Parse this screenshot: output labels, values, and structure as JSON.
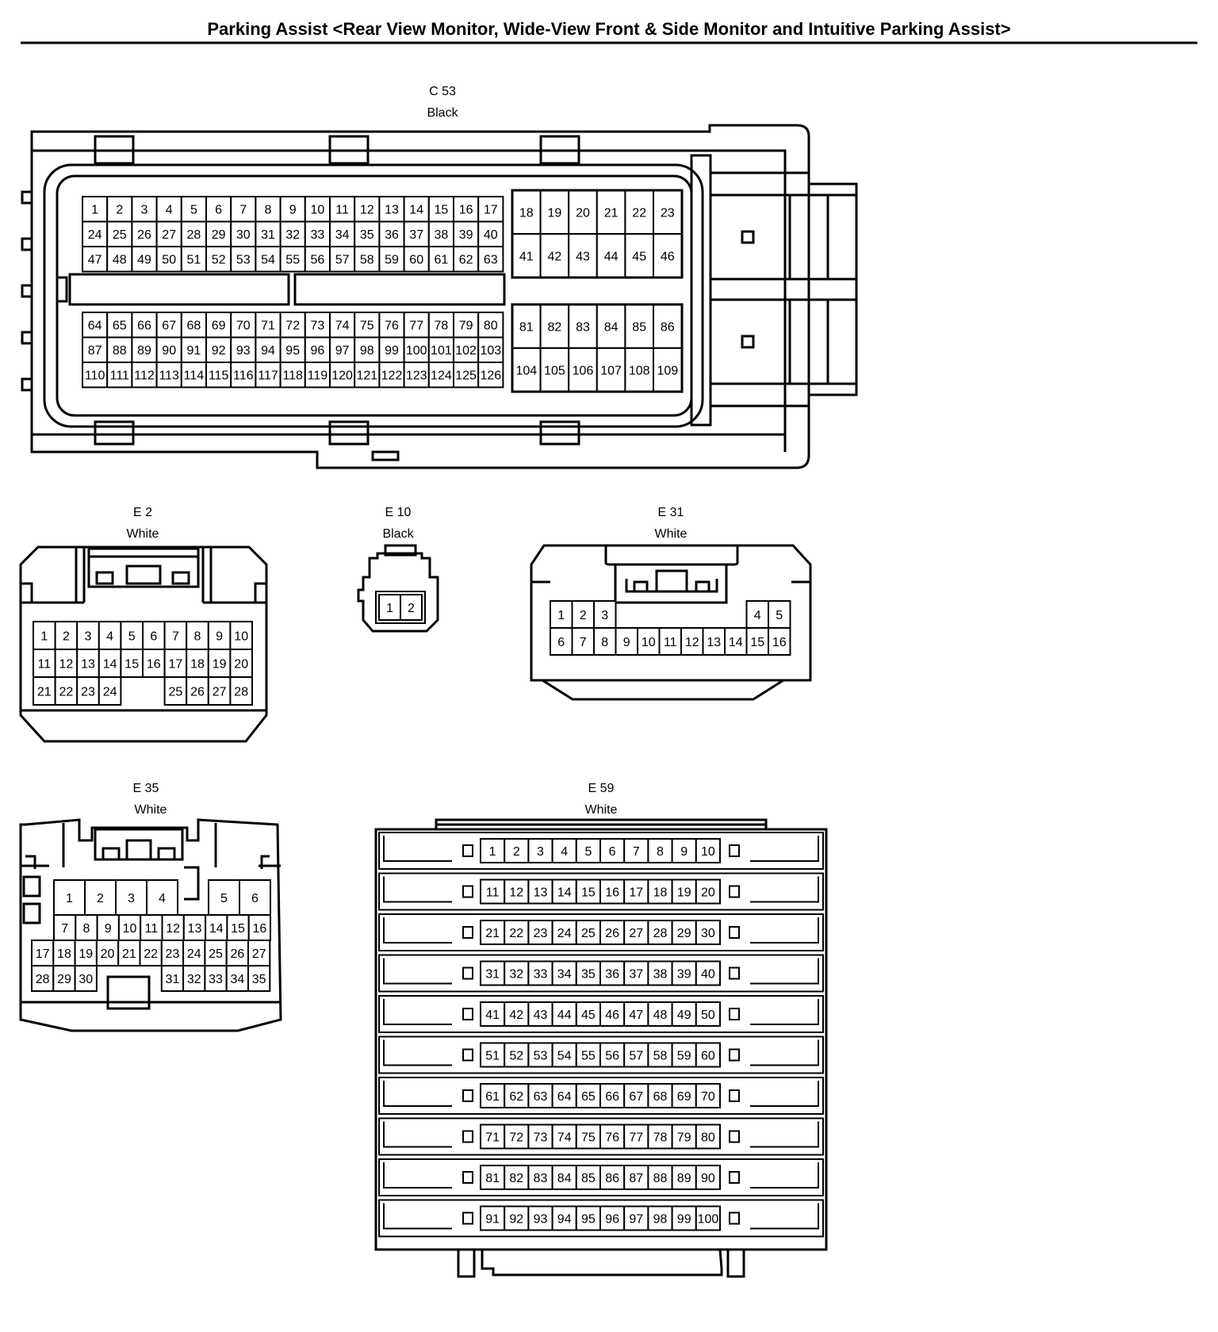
{
  "title": "Parking Assist <Rear View Monitor, Wide-View Front & Side Monitor and Intuitive Parking Assist>",
  "connectors": {
    "c53": {
      "code": "C 53",
      "color": "Black"
    },
    "e2": {
      "code": "E 2",
      "color": "White"
    },
    "e10": {
      "code": "E 10",
      "color": "Black"
    },
    "e31": {
      "code": "E 31",
      "color": "White"
    },
    "e35": {
      "code": "E 35",
      "color": "White"
    },
    "e59": {
      "code": "E 59",
      "color": "White"
    }
  },
  "pin_layout": {
    "c53_upper_left": [
      [
        "1",
        "2",
        "3",
        "4",
        "5",
        "6",
        "7",
        "8",
        "9",
        "10",
        "11",
        "12",
        "13",
        "14",
        "15",
        "16",
        "17"
      ],
      [
        "24",
        "25",
        "26",
        "27",
        "28",
        "29",
        "30",
        "31",
        "32",
        "33",
        "34",
        "35",
        "36",
        "37",
        "38",
        "39",
        "40"
      ],
      [
        "47",
        "48",
        "49",
        "50",
        "51",
        "52",
        "53",
        "54",
        "55",
        "56",
        "57",
        "58",
        "59",
        "60",
        "61",
        "62",
        "63"
      ]
    ],
    "c53_upper_right": [
      [
        "18",
        "19",
        "20",
        "21",
        "22",
        "23"
      ],
      [
        "41",
        "42",
        "43",
        "44",
        "45",
        "46"
      ]
    ],
    "c53_lower_left": [
      [
        "64",
        "65",
        "66",
        "67",
        "68",
        "69",
        "70",
        "71",
        "72",
        "73",
        "74",
        "75",
        "76",
        "77",
        "78",
        "79",
        "80"
      ],
      [
        "87",
        "88",
        "89",
        "90",
        "91",
        "92",
        "93",
        "94",
        "95",
        "96",
        "97",
        "98",
        "99",
        "100",
        "101",
        "102",
        "103"
      ],
      [
        "110",
        "111",
        "112",
        "113",
        "114",
        "115",
        "116",
        "117",
        "118",
        "119",
        "120",
        "121",
        "122",
        "123",
        "124",
        "125",
        "126"
      ]
    ],
    "c53_lower_right": [
      [
        "81",
        "82",
        "83",
        "84",
        "85",
        "86"
      ],
      [
        "104",
        "105",
        "106",
        "107",
        "108",
        "109"
      ]
    ],
    "e2": [
      [
        "1",
        "2",
        "3",
        "4",
        "5",
        "6",
        "7",
        "8",
        "9",
        "10"
      ],
      [
        "11",
        "12",
        "13",
        "14",
        "15",
        "16",
        "17",
        "18",
        "19",
        "20"
      ],
      [
        "21",
        "22",
        "23",
        "24",
        "",
        "",
        "25",
        "26",
        "27",
        "28"
      ]
    ],
    "e10": [
      [
        "1",
        "2"
      ]
    ],
    "e31": [
      [
        "1",
        "2",
        "3",
        "",
        "",
        "",
        "",
        "",
        "",
        "4",
        "5"
      ],
      [
        "6",
        "7",
        "8",
        "9",
        "10",
        "11",
        "12",
        "13",
        "14",
        "15",
        "16"
      ]
    ],
    "e35": [
      [
        "1",
        "2",
        "3",
        "4",
        "",
        "5",
        "6"
      ],
      [
        "7",
        "8",
        "9",
        "10",
        "11",
        "12",
        "13",
        "14",
        "15",
        "16"
      ],
      [
        "17",
        "18",
        "19",
        "20",
        "21",
        "22",
        "23",
        "24",
        "25",
        "26",
        "27"
      ],
      [
        "28",
        "29",
        "30",
        "",
        "",
        "",
        "31",
        "32",
        "33",
        "34",
        "35"
      ]
    ],
    "e59": [
      [
        "1",
        "2",
        "3",
        "4",
        "5",
        "6",
        "7",
        "8",
        "9",
        "10"
      ],
      [
        "11",
        "12",
        "13",
        "14",
        "15",
        "16",
        "17",
        "18",
        "19",
        "20"
      ],
      [
        "21",
        "22",
        "23",
        "24",
        "25",
        "26",
        "27",
        "28",
        "29",
        "30"
      ],
      [
        "31",
        "32",
        "33",
        "34",
        "35",
        "36",
        "37",
        "38",
        "39",
        "40"
      ],
      [
        "41",
        "42",
        "43",
        "44",
        "45",
        "46",
        "47",
        "48",
        "49",
        "50"
      ],
      [
        "51",
        "52",
        "53",
        "54",
        "55",
        "56",
        "57",
        "58",
        "59",
        "60"
      ],
      [
        "61",
        "62",
        "63",
        "64",
        "65",
        "66",
        "67",
        "68",
        "69",
        "70"
      ],
      [
        "71",
        "72",
        "73",
        "74",
        "75",
        "76",
        "77",
        "78",
        "79",
        "80"
      ],
      [
        "81",
        "82",
        "83",
        "84",
        "85",
        "86",
        "87",
        "88",
        "89",
        "90"
      ],
      [
        "91",
        "92",
        "93",
        "94",
        "95",
        "96",
        "97",
        "98",
        "99",
        "100"
      ]
    ]
  }
}
